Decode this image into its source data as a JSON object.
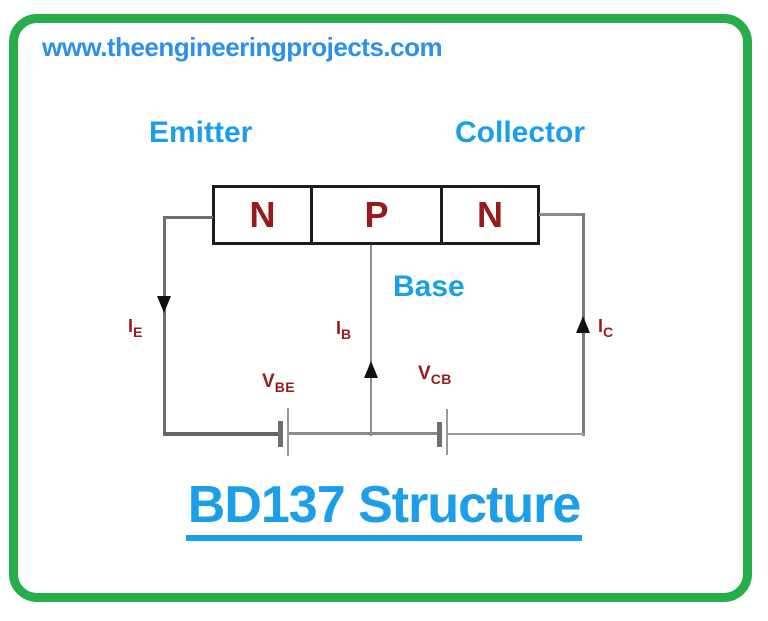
{
  "header": {
    "website": "www.theengineeringprojects.com"
  },
  "diagram": {
    "terminal_labels": {
      "emitter": "Emitter",
      "collector": "Collector",
      "base": "Base"
    },
    "regions": [
      "N",
      "P",
      "N"
    ],
    "currents": {
      "emitter": {
        "symbol": "I",
        "sub": "E"
      },
      "base": {
        "symbol": "I",
        "sub": "B"
      },
      "collector": {
        "symbol": "I",
        "sub": "C"
      }
    },
    "voltages": {
      "base_emitter": {
        "symbol": "V",
        "sub": "BE"
      },
      "collector_base": {
        "symbol": "V",
        "sub": "CB"
      }
    }
  },
  "title": "BD137 Structure",
  "colors": {
    "frame_green": "#27AE4A",
    "url_blue": "#2B90EE",
    "label_blue": "#1C9FE8",
    "dark_red": "#981A1C",
    "wire_gray": "#7a7a7a",
    "box_border": "#1c1c1c"
  }
}
